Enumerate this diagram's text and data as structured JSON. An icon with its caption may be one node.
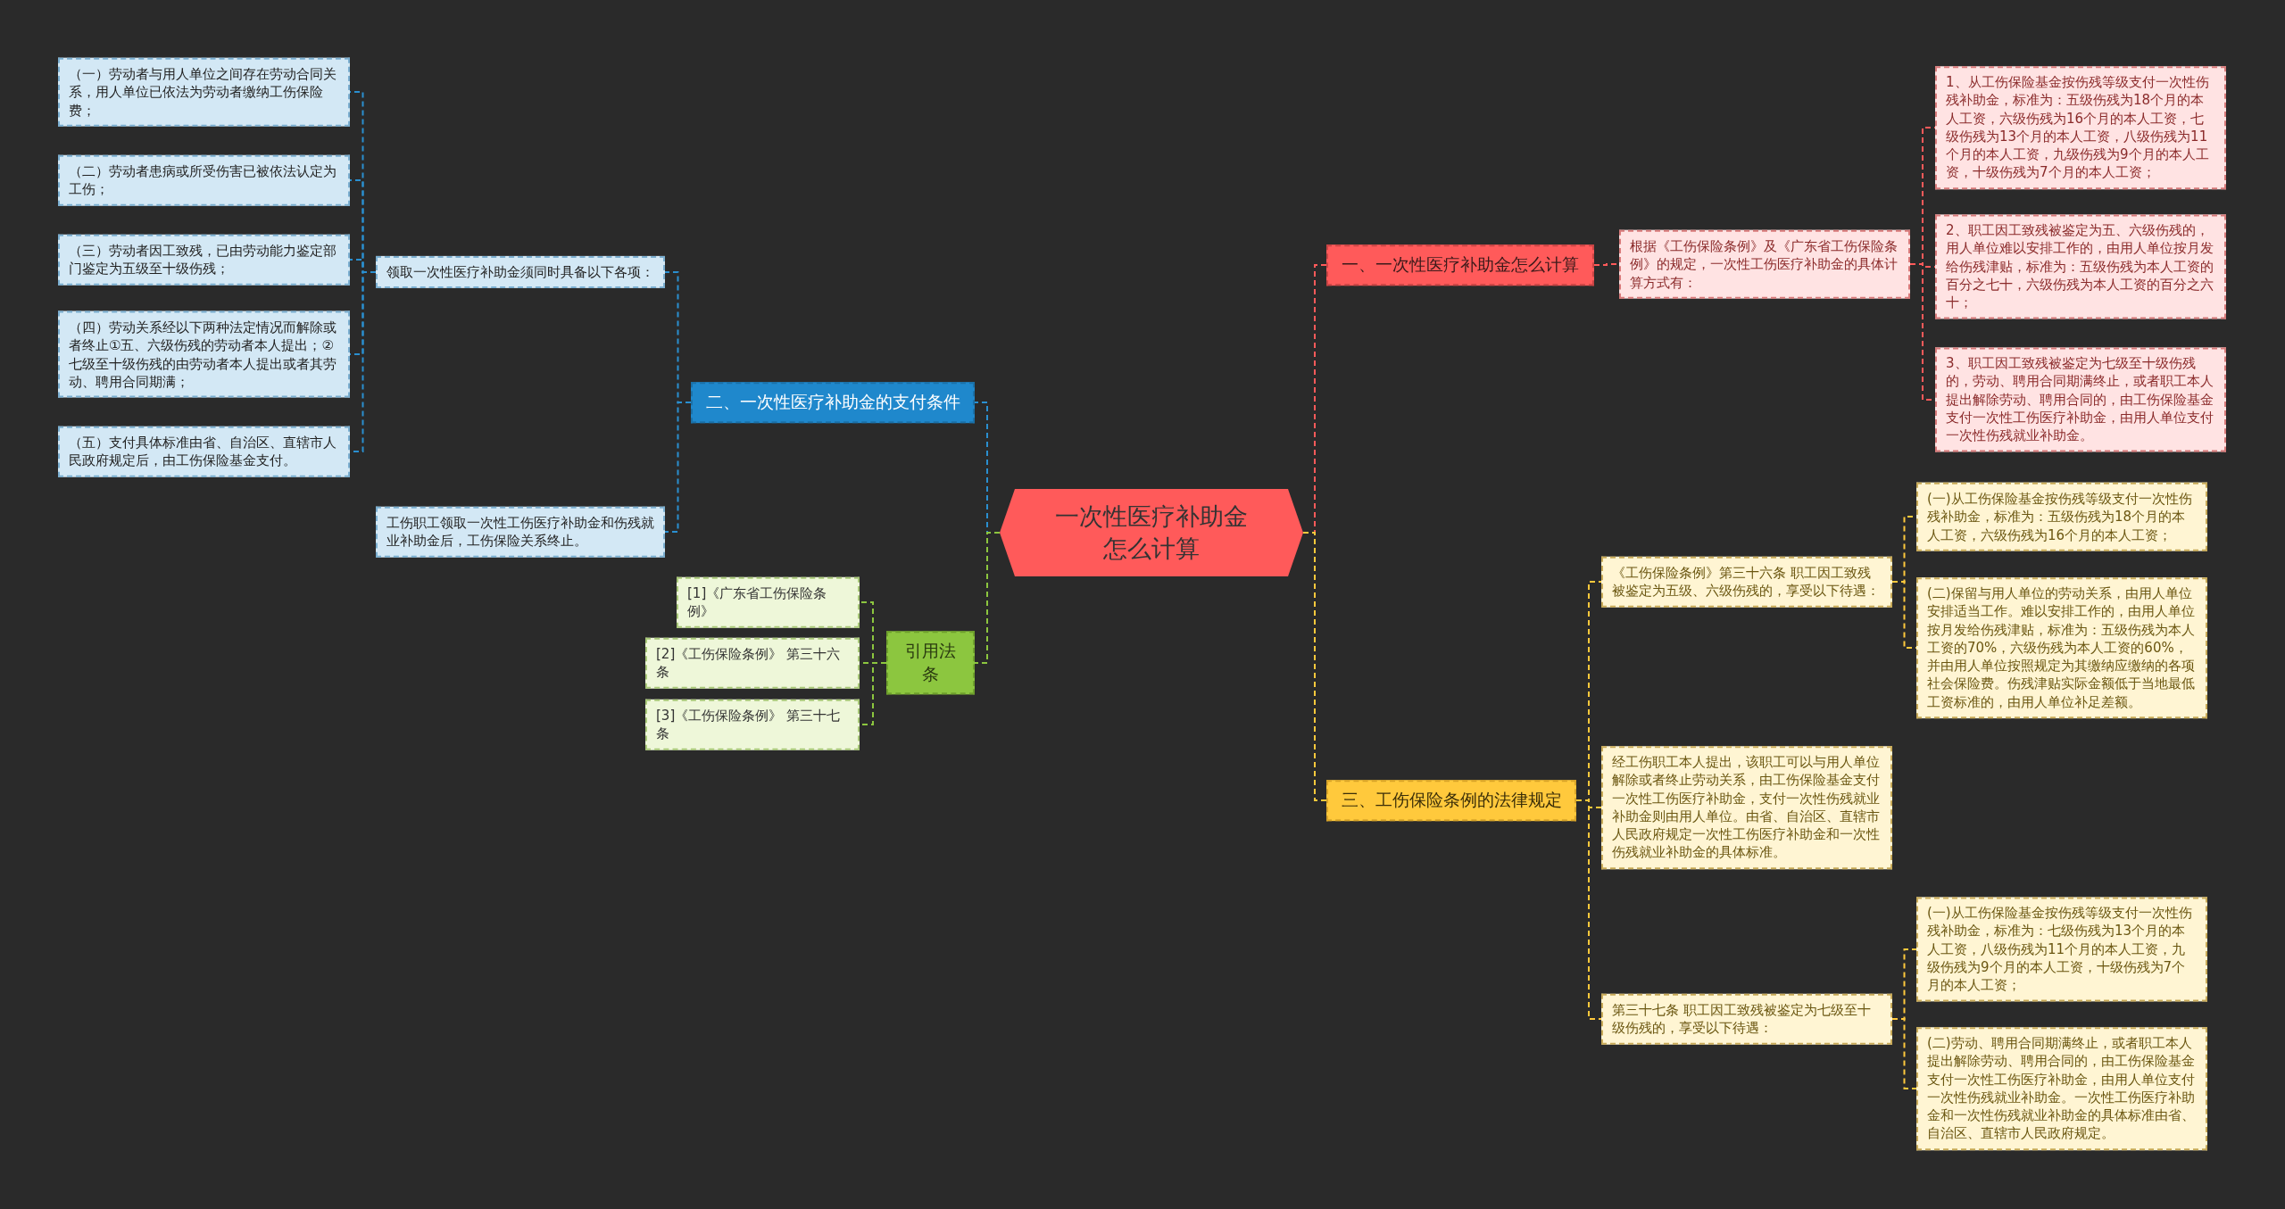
{
  "diagram": {
    "nodes": [
      {
        "text": [
          "一次性医疗补助金怎么计算"
        ]
      },
      {
        "text": [
          "一、一次性医疗补助金怎么计算"
        ]
      },
      {
        "text": [
          "根据《工伤保险条例》及《广东省工伤保险条例》的规定，一次性工伤医疗补助金的具体计算方式有："
        ]
      },
      {
        "text": [
          "1、从工伤保险基金按伤残等级支付一次性伤残补助金，标准为：五级伤残为18个月的本人工资，六级伤残为16个月的本人工资，七级伤残为13个月的本人工资，八级伤残为11个月的本人工资，九级伤残为9个月的本人工资，十级伤残为7个月的本人工资；"
        ]
      },
      {
        "text": [
          "2、职工因工致残被鉴定为五、六级伤残的，用人单位难以安排工作的，由用人单位按月发给伤残津贴，标准为：五级伤残为本人工资的百分之七十，六级伤残为本人工资的百分之六十；"
        ]
      },
      {
        "text": [
          "3、职工因工致残被鉴定为七级至十级伤残的，劳动、聘用合同期满终止，或者职工本人提出解除劳动、聘用合同的，由工伤保险基金支付一次性工伤医疗补助金，由用人单位支付一次性伤残就业补助金。"
        ]
      },
      {
        "text": [
          "二、一次性医疗补助金的支付条件"
        ]
      },
      {
        "text": [
          "领取一次性医疗补助金须同时具备以下各项："
        ]
      },
      {
        "text": [
          "（一）劳动者与用人单位之间存在劳动合同关系，用人单位已依法为劳动者缴纳工伤保险费；"
        ]
      },
      {
        "text": [
          "（二）劳动者患病或所受伤害已被依法认定为工伤；"
        ]
      },
      {
        "text": [
          "（三）劳动者因工致残，已由劳动能力鉴定部门鉴定为五级至十级伤残；"
        ]
      },
      {
        "text": [
          "（四）劳动关系经以下两种法定情况而解除或者终止①五、六级伤残的劳动者本人提出；②七级至十级伤残的由劳动者本人提出或者其劳动、聘用合同期满；"
        ]
      },
      {
        "text": [
          "（五）支付具体标准由省、自治区、直辖市人民政府规定后，由工伤保险基金支付。"
        ]
      },
      {
        "text": [
          "工伤职工领取一次性工伤医疗补助金和伤残就业补助金后，工伤保险关系终止。"
        ]
      },
      {
        "text": [
          "引用法条"
        ]
      },
      {
        "text": [
          "[1]《广东省工伤保险条例》"
        ]
      },
      {
        "text": [
          "[2]《工伤保险条例》 第三十六条"
        ]
      },
      {
        "text": [
          "[3]《工伤保险条例》 第三十七条"
        ]
      },
      {
        "text": [
          "三、工伤保险条例的法律规定"
        ]
      },
      {
        "text": [
          "《工伤保险条例》第三十六条 职工因工致残被鉴定为五级、六级伤残的，享受以下待遇："
        ]
      },
      {
        "text": [
          "(一)从工伤保险基金按伤残等级支付一次性伤残补助金，标准为：五级伤残为18个月的本人工资，六级伤残为16个月的本人工资；"
        ]
      },
      {
        "text": [
          "(二)保留与用人单位的劳动关系，由用人单位安排适当工作。难以安排工作的，由用人单位按月发给伤残津贴，标准为：五级伤残为本人工资的70%，六级伤残为本人工资的60%，并由用人单位按照规定为其缴纳应缴纳的各项社会保险费。伤残津贴实际金额低于当地最低工资标准的，由用人单位补足差额。"
        ]
      },
      {
        "text": [
          "经工伤职工本人提出，该职工可以与用人单位解除或者终止劳动关系，由工伤保险基金支付一次性工伤医疗补助金，支付一次性伤残就业补助金则由用人单位。由省、自治区、直辖市人民政府规定一次性工伤医疗补助金和一次性伤残就业补助金的具体标准。"
        ]
      },
      {
        "text": [
          "第三十七条 职工因工致残被鉴定为七级至十级伤残的，享受以下待遇："
        ]
      },
      {
        "text": [
          "(一)从工伤保险基金按伤残等级支付一次性伤残补助金，标准为：七级伤残为13个月的本人工资，八级伤残为11个月的本人工资，九级伤残为9个月的本人工资，十级伤残为7个月的本人工资；"
        ]
      },
      {
        "text": [
          "(二)劳动、聘用合同期满终止，或者职工本人提出解除劳动、聘用合同的，由工伤保险基金支付一次性工伤医疗补助金，由用人单位支付一次性伤残就业补助金。一次性工伤医疗补助金和一次性伤残就业补助金的具体标准由省、自治区、直辖市人民政府规定。"
        ]
      }
    ],
    "edges": [
      {
        "from": 0,
        "to": 1,
        "arrow": "none",
        "style": "dashed",
        "color": "#ff5a5a"
      },
      {
        "from": 1,
        "to": 2,
        "arrow": "none",
        "style": "dashed",
        "color": "#ff5a5a"
      },
      {
        "from": 2,
        "to": 3,
        "arrow": "none",
        "style": "dashed",
        "color": "#ff5a5a"
      },
      {
        "from": 2,
        "to": 4,
        "arrow": "none",
        "style": "dashed",
        "color": "#ff5a5a"
      },
      {
        "from": 2,
        "to": 5,
        "arrow": "none",
        "style": "dashed",
        "color": "#ff5a5a"
      },
      {
        "from": 0,
        "to": 6,
        "arrow": "none",
        "style": "dashed",
        "color": "#2a8fd0"
      },
      {
        "from": 6,
        "to": 7,
        "arrow": "none",
        "style": "dashed",
        "color": "#2a8fd0"
      },
      {
        "from": 7,
        "to": 8,
        "arrow": "none",
        "style": "dashed",
        "color": "#2a8fd0"
      },
      {
        "from": 7,
        "to": 9,
        "arrow": "none",
        "style": "dashed",
        "color": "#2a8fd0"
      },
      {
        "from": 7,
        "to": 10,
        "arrow": "none",
        "style": "dashed",
        "color": "#2a8fd0"
      },
      {
        "from": 7,
        "to": 11,
        "arrow": "none",
        "style": "dashed",
        "color": "#2a8fd0"
      },
      {
        "from": 7,
        "to": 12,
        "arrow": "none",
        "style": "dashed",
        "color": "#2a8fd0"
      },
      {
        "from": 6,
        "to": 13,
        "arrow": "none",
        "style": "dashed",
        "color": "#2a8fd0"
      },
      {
        "from": 0,
        "to": 14,
        "arrow": "none",
        "style": "dashed",
        "color": "#8cc63f"
      },
      {
        "from": 14,
        "to": 15,
        "arrow": "none",
        "style": "dashed",
        "color": "#8cc63f"
      },
      {
        "from": 14,
        "to": 16,
        "arrow": "none",
        "style": "dashed",
        "color": "#8cc63f"
      },
      {
        "from": 14,
        "to": 17,
        "arrow": "none",
        "style": "dashed",
        "color": "#8cc63f"
      },
      {
        "from": 0,
        "to": 18,
        "arrow": "none",
        "style": "dashed",
        "color": "#ffc93c"
      },
      {
        "from": 18,
        "to": 19,
        "arrow": "none",
        "style": "dashed",
        "color": "#ffc93c"
      },
      {
        "from": 19,
        "to": 20,
        "arrow": "none",
        "style": "dashed",
        "color": "#ffc93c"
      },
      {
        "from": 19,
        "to": 21,
        "arrow": "none",
        "style": "dashed",
        "color": "#ffc93c"
      },
      {
        "from": 18,
        "to": 22,
        "arrow": "none",
        "style": "dashed",
        "color": "#ffc93c"
      },
      {
        "from": 18,
        "to": 23,
        "arrow": "none",
        "style": "dashed",
        "color": "#ffc93c"
      },
      {
        "from": 23,
        "to": 24,
        "arrow": "none",
        "style": "dashed",
        "color": "#ffc93c"
      },
      {
        "from": 23,
        "to": 25,
        "arrow": "none",
        "style": "dashed",
        "color": "#ffc93c"
      }
    ]
  }
}
